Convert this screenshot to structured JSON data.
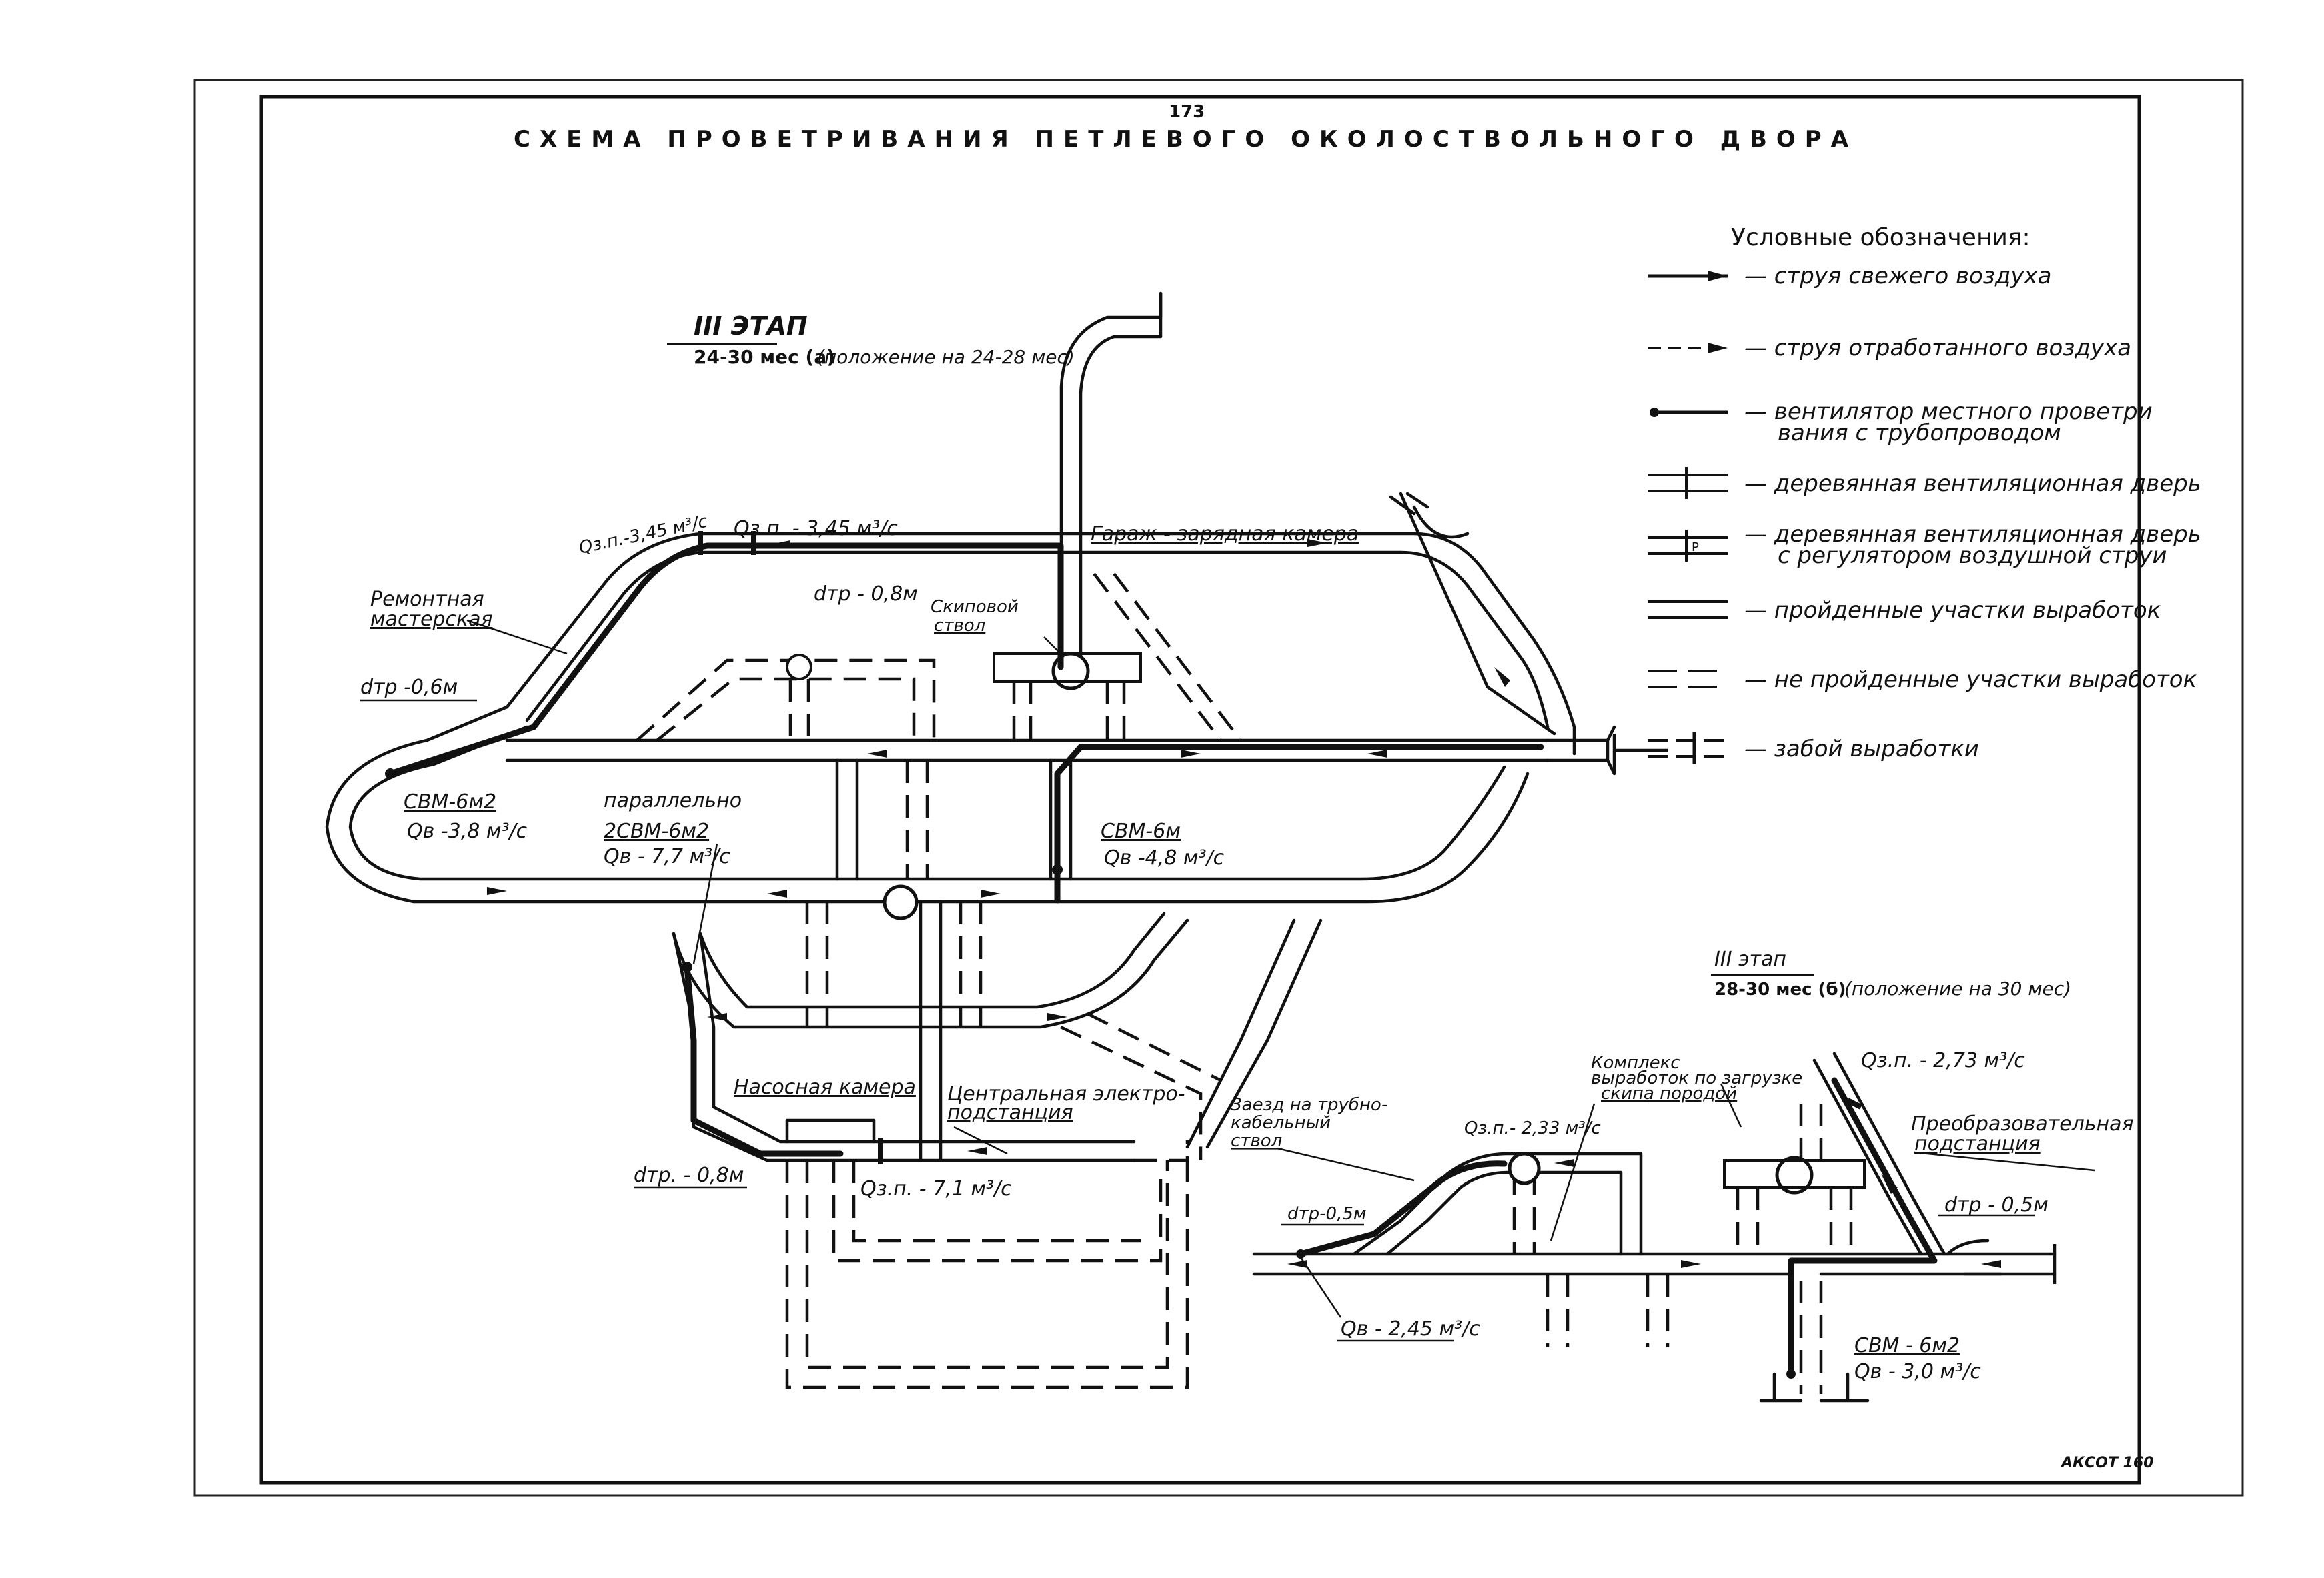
{
  "page_number": "173",
  "title": "СХЕМА ПРОВЕТРИВАНИЯ ПЕТЛЕВОГО ОКОЛОСТВОЛЬНОГО ДВОРА",
  "stage_a": {
    "heading": "III ЭТАП",
    "line1": "24-30 мес (а)",
    "line2": "(положение на 24-28 мес)"
  },
  "stage_b": {
    "heading": "III этап",
    "line1": "28-30 мес (б)",
    "line2": "(положение на 30 мес)"
  },
  "legend": {
    "title": "Условные обозначения:",
    "items": [
      "— струя свежего воздуха",
      "— струя отработанного воздуха",
      "— вентилятор местного проветри",
      "вания с трубопроводом",
      "— деревянная вентиляционная дверь",
      "— деревянная вентиляционная дверь",
      "с регулятором воздушной струи",
      "— пройденные участки выработок",
      "— не пройденные участки выработок",
      "— забой выработки"
    ]
  },
  "labels_a": {
    "garage": "Гараж - зарядная камера",
    "repair1": "Ремонтная",
    "repair2": "мастерская",
    "skip1": "Скиповой",
    "skip2": "ствол",
    "q_ep_left": "Qз.п.-3,45 м³/с",
    "q_ep_mid": "Qз.п. - 3,45 м³/с",
    "d_top": "dтр - 0,8м",
    "d_left": "dтр -0,6м",
    "svm_left1": "СВМ-6м2",
    "svm_left2": "Qв -3,8 м³/с",
    "parallel1": "параллельно",
    "parallel2": "2СВМ-6м2",
    "parallel3": "Qв - 7,7 м³/с",
    "svm_right1": "СВМ-6м",
    "svm_right2": "Qв -4,8 м³/с",
    "pump": "Насосная камера",
    "substation1": "Центральная электро-",
    "substation2": "подстанция",
    "d_bottom": "dтр. - 0,8м",
    "q_ep_bottom": "Qз.п. - 7,1 м³/с"
  },
  "labels_b": {
    "entry1": "Заезд на трубно-",
    "entry2": "кабельный",
    "entry3": "ствол",
    "complex1": "Комплекс",
    "complex2": "выработок по загрузке",
    "complex3": "скипа породой",
    "q_ep_left": "Qз.п.- 2,33 м³/с",
    "q_ep_right": "Qз.п. - 2,73 м³/с",
    "conv1": "Преобразовательная",
    "conv2": "подстанция",
    "d_left": "dтр-0,5м",
    "d_right": "dтр - 0,5м",
    "qv": "Qв - 2,45 м³/с",
    "svm1": "СВМ - 6м2",
    "svm2": "Qв - 3,0 м³/с"
  },
  "stamp": "АКСОТ 160"
}
